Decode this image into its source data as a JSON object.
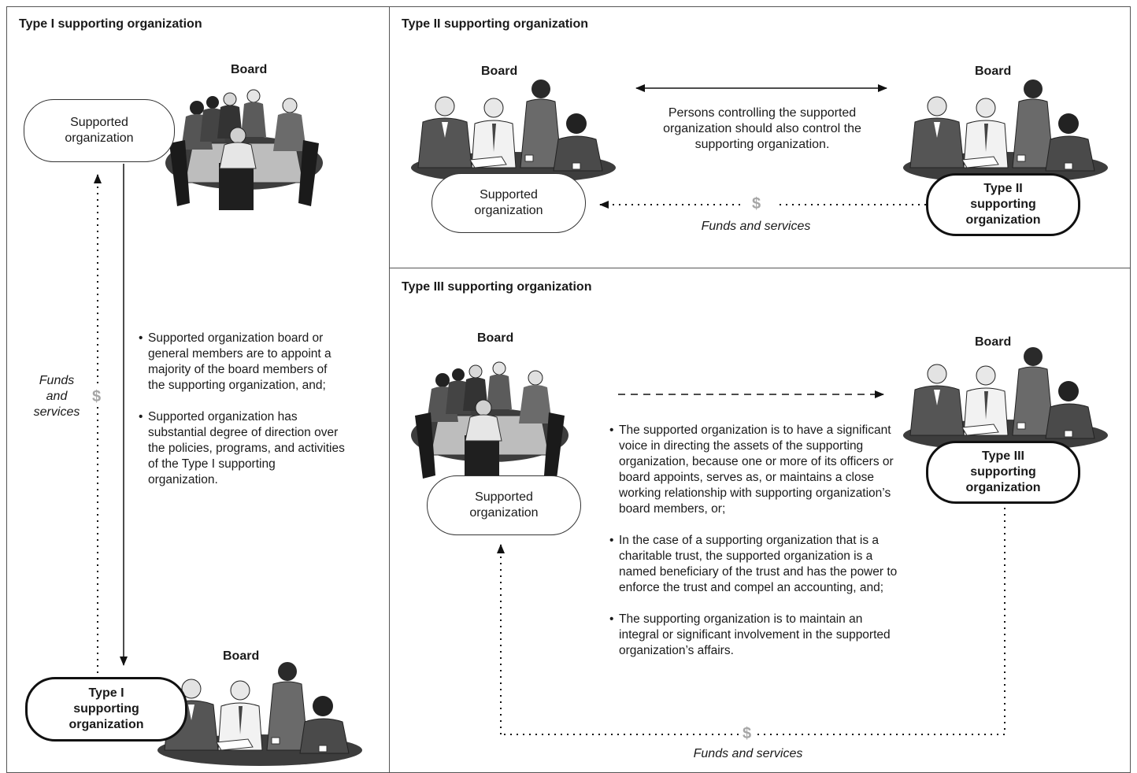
{
  "type1": {
    "title": "Type I supporting organization",
    "board_top_label": "Board",
    "board_bottom_label": "Board",
    "supported_org": [
      "Supported",
      "organization"
    ],
    "supporting_org": [
      "Type I",
      "supporting",
      "organization"
    ],
    "funds_caption": [
      "Funds",
      "and",
      "services"
    ],
    "dollar": "$",
    "bullets": [
      "Supported organization board or general members are to appoint a majority of the board members of the supporting organization, and;",
      "Supported organization has substantial degree of direction over the policies, programs, and activities of the Type I supporting organization."
    ]
  },
  "type2": {
    "title": "Type II supporting organization",
    "board_left_label": "Board",
    "board_right_label": "Board",
    "control_text": [
      "Persons controlling the supported",
      "organization should also control the",
      "supporting organization."
    ],
    "supported_org": [
      "Supported",
      "organization"
    ],
    "supporting_org": [
      "Type II",
      "supporting",
      "organization"
    ],
    "dollar": "$",
    "funds_caption": "Funds and services"
  },
  "type3": {
    "title": "Type III supporting organization",
    "board_left_label": "Board",
    "board_right_label": "Board",
    "supported_org": [
      "Supported",
      "organization"
    ],
    "supporting_org": [
      "Type III",
      "supporting",
      "organization"
    ],
    "dollar": "$",
    "funds_caption": "Funds and services",
    "bullets": [
      "The supported organization is to have a significant voice in directing the assets of the supporting organization, because one or more of its officers or board appoints, serves as, or maintains a close working relationship with supporting organization’s board members, or;",
      "In the case of a supporting organization that is a charitable trust, the supported organization is a named beneficiary of the trust and has the power to enforce the trust and compel an accounting, and;",
      "The supporting organization is to maintain an integral or significant involvement in the supported organization’s affairs."
    ]
  },
  "icons": [
    "board-meeting-icon",
    "small-board-group-icon"
  ]
}
